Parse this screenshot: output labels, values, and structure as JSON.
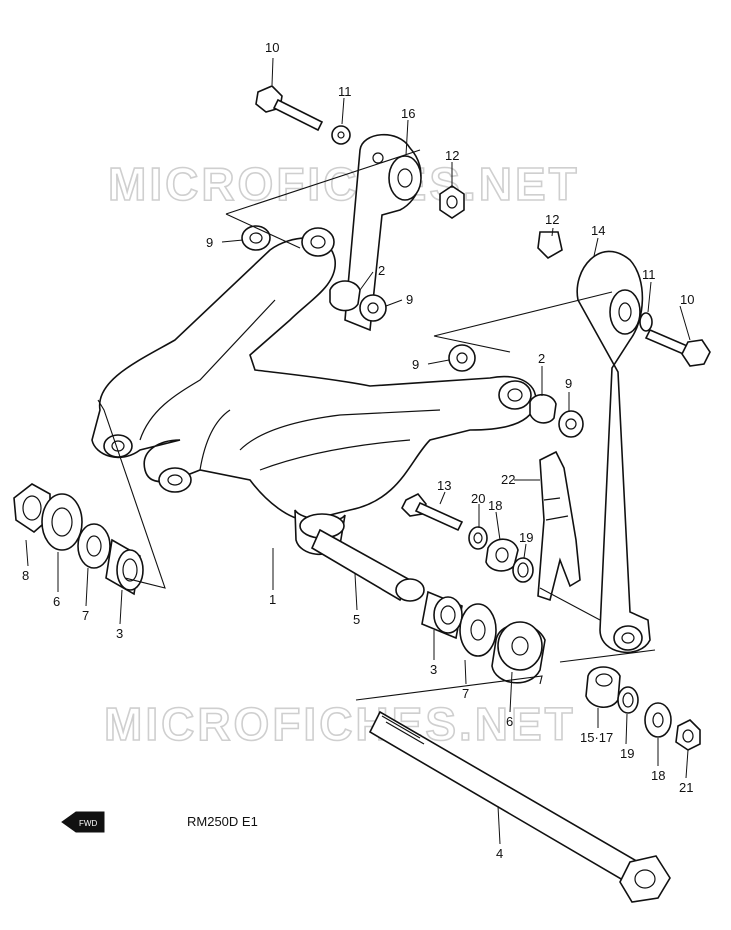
{
  "watermark": "MICROFICHES.NET",
  "model_label": "RM250D  E1",
  "fwd_label": "FWD",
  "callouts": {
    "c1": "1",
    "c2a": "2",
    "c2b": "2",
    "c3a": "3",
    "c3b": "3",
    "c4": "4",
    "c5": "5",
    "c6a": "6",
    "c6b": "6",
    "c7a": "7",
    "c7b": "7",
    "c8": "8",
    "c9a": "9",
    "c9b": "9",
    "c9c": "9",
    "c9d": "9",
    "c10a": "10",
    "c10b": "10",
    "c11a": "11",
    "c11b": "11",
    "c12a": "12",
    "c12b": "12",
    "c13": "13",
    "c14": "14",
    "c1517": "15·17",
    "c16": "16",
    "c18a": "18",
    "c18b": "18",
    "c19a": "19",
    "c19b": "19",
    "c20": "20",
    "c21": "21",
    "c22": "22"
  }
}
